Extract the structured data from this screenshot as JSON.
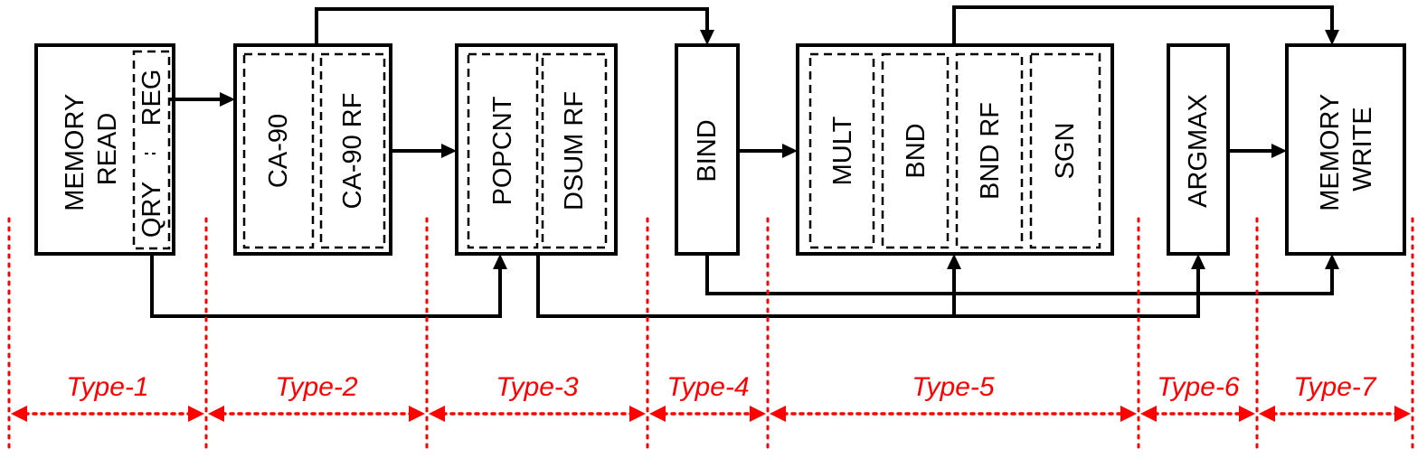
{
  "blocks": {
    "memory_read": {
      "label": "MEMORY\nREAD",
      "qry": "QRY",
      "reg": "REG"
    },
    "ca90": {
      "label": "CA-90",
      "rf": "CA-90 RF"
    },
    "popcnt": {
      "label": "POPCNT",
      "rf": "DSUM RF"
    },
    "bind": {
      "label": "BIND"
    },
    "bound": {
      "mult": "MULT",
      "bnd": "BND",
      "bnd_rf": "BND RF",
      "sgn": "SGN"
    },
    "argmax": {
      "label": "ARGMAX"
    },
    "memory_write": {
      "label": "MEMORY\nWRITE"
    }
  },
  "types": [
    "Type-1",
    "Type-2",
    "Type-3",
    "Type-4",
    "Type-5",
    "Type-6",
    "Type-7"
  ],
  "colors": {
    "line": "#000000",
    "divider": "#ff0000"
  }
}
